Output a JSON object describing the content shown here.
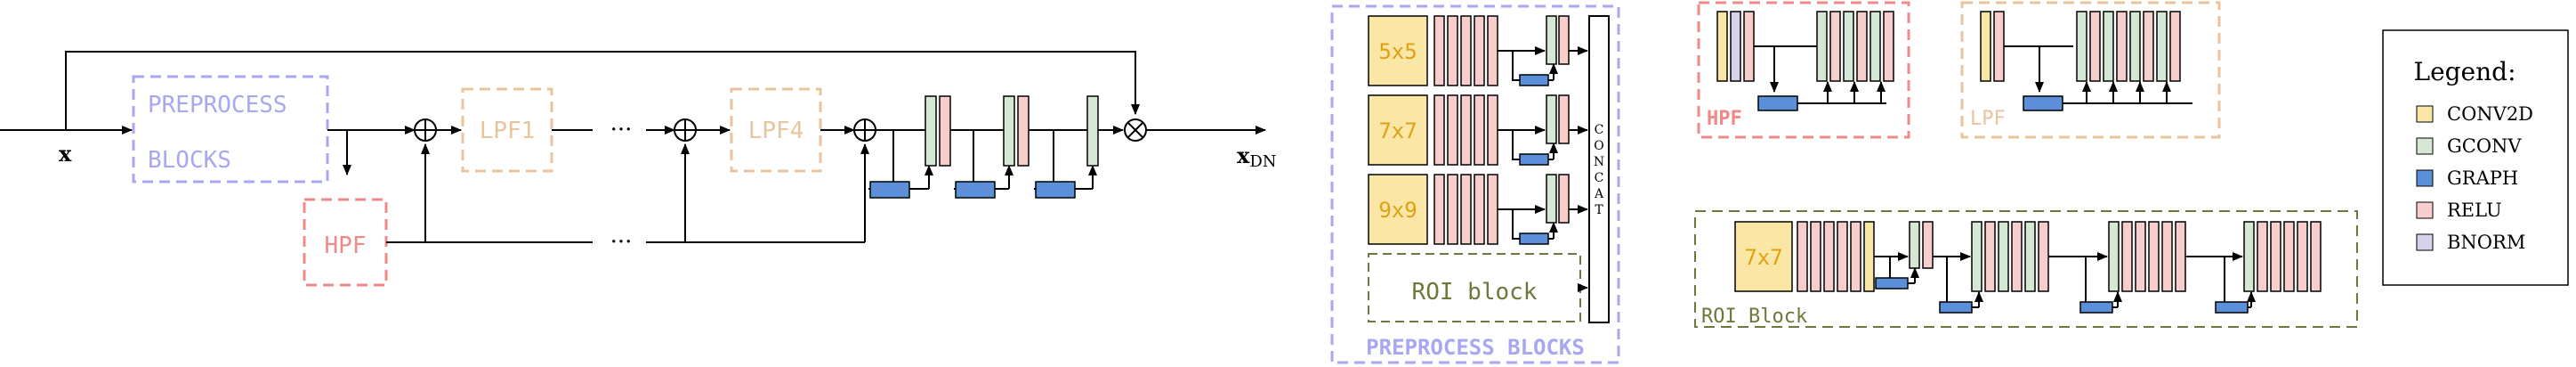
{
  "colors": {
    "conv2d": "#fae7a5",
    "gconv": "#d5e8d4",
    "graph": "#5b8fd9",
    "relu": "#f8cecc",
    "bnorm": "#d7d2ec",
    "preprocess": "#a9a6f2",
    "hpf": "#f08a8a",
    "lpf": "#e9c49c",
    "roi": "#6b7a3b"
  },
  "main": {
    "input": "x",
    "output_base": "x",
    "output_sub": "DN",
    "preprocess_line1": "PREPROCESS",
    "preprocess_line2": "BLOCKS",
    "hpf": "HPF",
    "lpf1": "LPF1",
    "lpf4": "LPF4",
    "ellipsis": "···"
  },
  "preprocess_detail": {
    "title": "PREPROCESS BLOCKS",
    "kernels": [
      "5x5",
      "7x7",
      "9x9"
    ],
    "roi_label": "ROI block",
    "concat": "CONCAT"
  },
  "hpf_detail": {
    "label": "HPF"
  },
  "lpf_detail": {
    "label": "LPF"
  },
  "roi_detail": {
    "title": "ROI Block",
    "kernel": "7x7"
  },
  "legend": {
    "title": "Legend:",
    "items": [
      {
        "label": "CONV2D",
        "color": "#fae7a5"
      },
      {
        "label": "GCONV",
        "color": "#d5e8d4"
      },
      {
        "label": "GRAPH",
        "color": "#5b8fd9"
      },
      {
        "label": "RELU",
        "color": "#f8cecc"
      },
      {
        "label": "BNORM",
        "color": "#d7d2ec"
      }
    ]
  }
}
